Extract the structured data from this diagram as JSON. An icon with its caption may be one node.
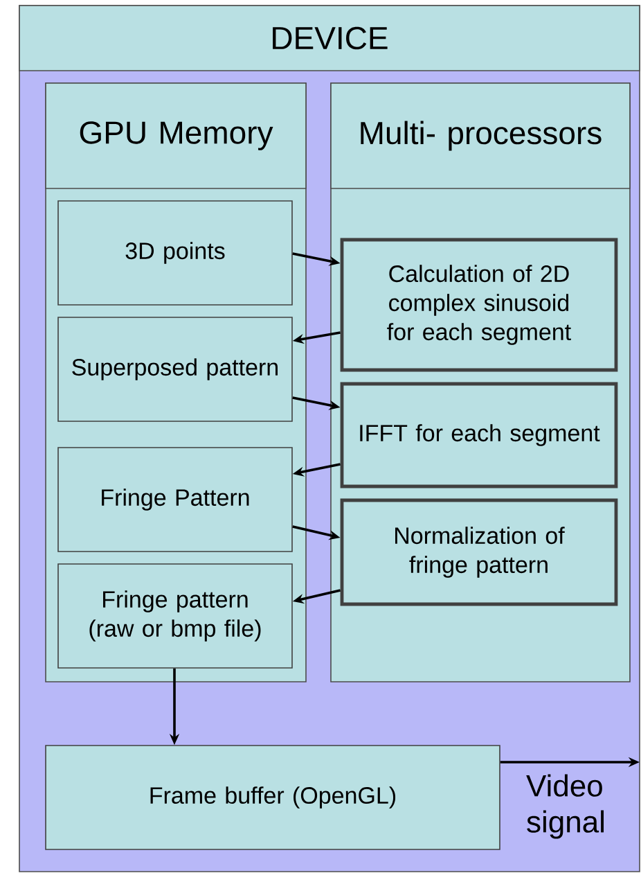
{
  "diagram": {
    "nodes": [
      {
        "text": [
          "DEVICE"
        ]
      },
      {
        "text": [
          "GPU Memory"
        ],
        "in": 0
      },
      {
        "text": [
          "Multi- processors"
        ],
        "in": 0
      },
      {
        "text": [
          "3D points"
        ],
        "in": 1
      },
      {
        "text": [
          "Superposed pattern"
        ],
        "in": 1
      },
      {
        "text": [
          "Fringe Pattern"
        ],
        "in": 1
      },
      {
        "text": [
          "Fringe pattern (raw or bmp file)"
        ],
        "in": 1
      },
      {
        "text": [
          "Calculation of 2D complex sinusoid for each segment"
        ],
        "in": 2
      },
      {
        "text": [
          "IFFT for each segment"
        ],
        "in": 2
      },
      {
        "text": [
          "Normalization of fringe pattern"
        ],
        "in": 2
      },
      {
        "text": [
          "Frame buffer (OpenGL)"
        ],
        "in": 0
      }
    ],
    "edges": [
      {
        "from": 3,
        "to": 7,
        "arrow": "to"
      },
      {
        "from": 7,
        "to": 4,
        "arrow": "to"
      },
      {
        "from": 4,
        "to": 8,
        "arrow": "to"
      },
      {
        "from": 8,
        "to": 5,
        "arrow": "to"
      },
      {
        "from": 5,
        "to": 9,
        "arrow": "to"
      },
      {
        "from": 9,
        "to": 6,
        "arrow": "to"
      },
      {
        "from": 6,
        "to": 10,
        "arrow": "to"
      },
      {
        "from": 10,
        "to": null,
        "arrow": "to",
        "label": "Video signal"
      }
    ]
  }
}
